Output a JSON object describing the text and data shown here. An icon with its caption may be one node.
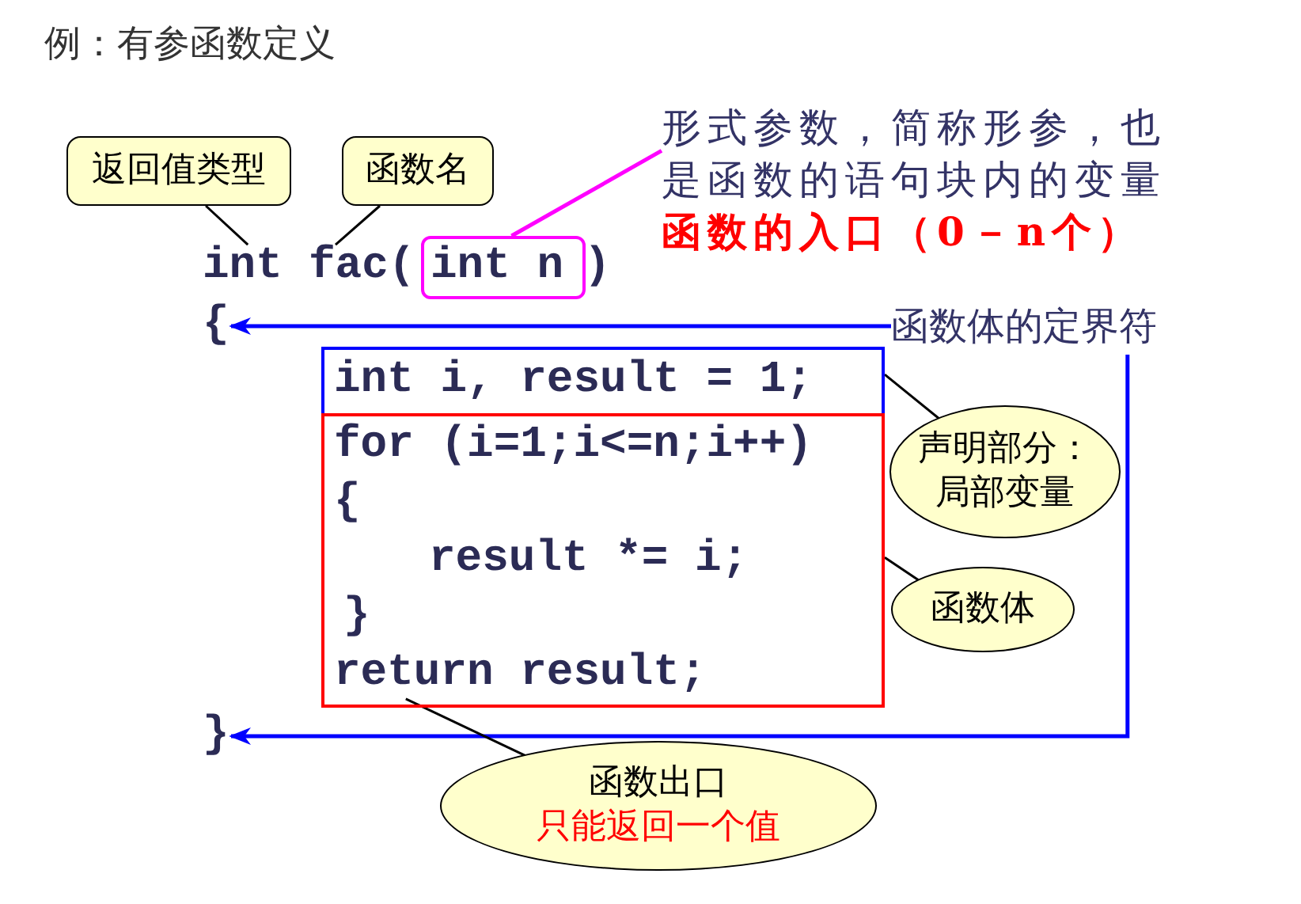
{
  "diagram": {
    "title": "例：有参函数定义",
    "nodes": [
      {
        "text": [
          "返回值类型"
        ]
      },
      {
        "text": [
          "函数名"
        ]
      },
      {
        "text": [
          "形式参数，简称形参，也是函数的语句块内的变量",
          "函数的入口（0－n个）"
        ]
      },
      {
        "text": [
          "int"
        ]
      },
      {
        "text": [
          "fac("
        ]
      },
      {
        "text": [
          "int n"
        ]
      },
      {
        "text": [
          "函数体的定界符"
        ]
      },
      {
        "text": [
          "{"
        ]
      },
      {
        "text": [
          "int i, result = 1;"
        ]
      },
      {
        "text": [
          "for (i=1;i<=n;i++)",
          "{",
          "result *= i;",
          "}",
          "return result;"
        ]
      },
      {
        "text": [
          "声明部分：局部变量"
        ]
      },
      {
        "text": [
          "函数体"
        ]
      },
      {
        "text": [
          "}"
        ]
      },
      {
        "text": [
          "函数出口",
          "只能返回一个值"
        ]
      }
    ],
    "edges": [
      {
        "from": 0,
        "to": 3,
        "arrow": "none"
      },
      {
        "from": 1,
        "to": 4,
        "arrow": "none"
      },
      {
        "from": 5,
        "to": 2,
        "arrow": "none",
        "color": "#ff00ff"
      },
      {
        "from": 6,
        "to": 7,
        "arrow": "to",
        "color": "#0000ff"
      },
      {
        "from": 6,
        "to": 12,
        "arrow": "to",
        "color": "#0000ff"
      },
      {
        "from": 10,
        "to": 8,
        "arrow": "none"
      },
      {
        "from": 11,
        "to": 9,
        "arrow": "none"
      },
      {
        "from": 13,
        "to": 9,
        "arrow": "none"
      }
    ],
    "labels": [
      ")"
    ]
  }
}
